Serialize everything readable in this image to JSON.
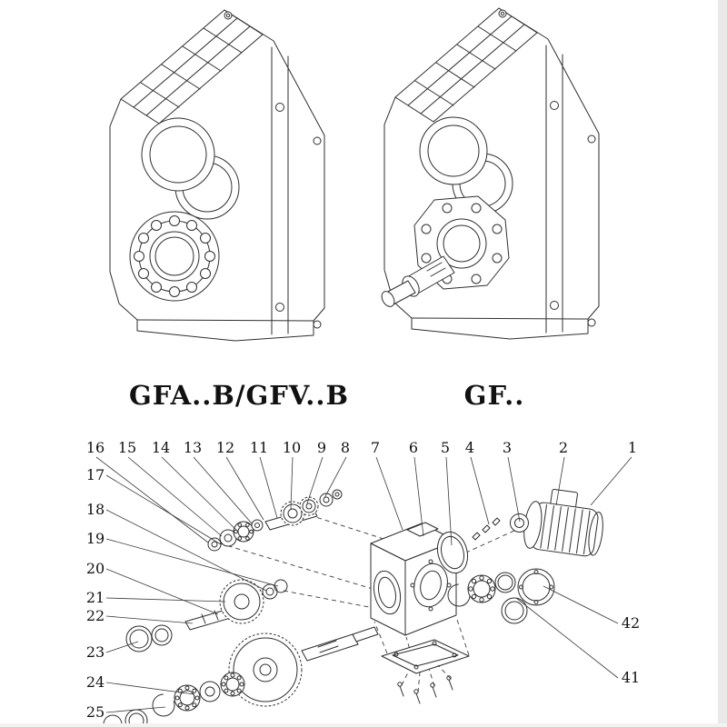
{
  "models": {
    "left_label": "GFA..B/GFV..B",
    "right_label": "GF.."
  },
  "exploded": {
    "top_labels": [
      "16",
      "15",
      "14",
      "13",
      "12",
      "11",
      "10",
      "9",
      "8",
      "7",
      "6",
      "5",
      "4",
      "3",
      "2",
      "1"
    ],
    "left_labels": [
      "17",
      "18",
      "19",
      "20",
      "21",
      "22",
      "23",
      "24",
      "25"
    ],
    "right_labels": [
      "42",
      "41"
    ]
  },
  "colors": {
    "line": "#2e2e2e",
    "paper": "#ffffff",
    "edge_shadow": "#e9e9e9"
  }
}
